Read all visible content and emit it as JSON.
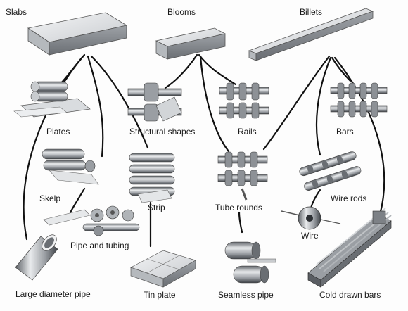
{
  "sources": {
    "slabs": "Slabs",
    "blooms": "Blooms",
    "billets": "Billets"
  },
  "products": {
    "plates": "Plates",
    "skelp": "Skelp",
    "pipe_and_tubing": "Pipe and tubing",
    "large_diameter_pipe": "Large diameter pipe",
    "structural_shapes": "Structural shapes",
    "rails": "Rails",
    "strip": "Strip",
    "tin_plate": "Tin plate",
    "tube_rounds": "Tube rounds",
    "seamless_pipe": "Seamless pipe",
    "bars": "Bars",
    "wire_rods": "Wire rods",
    "wire": "Wire",
    "cold_drawn_bars": "Cold drawn bars"
  },
  "colors": {
    "steel_light": "#e4e6e8",
    "steel_mid": "#a9adb1",
    "steel_dark": "#5a5e63",
    "line": "#111111"
  }
}
